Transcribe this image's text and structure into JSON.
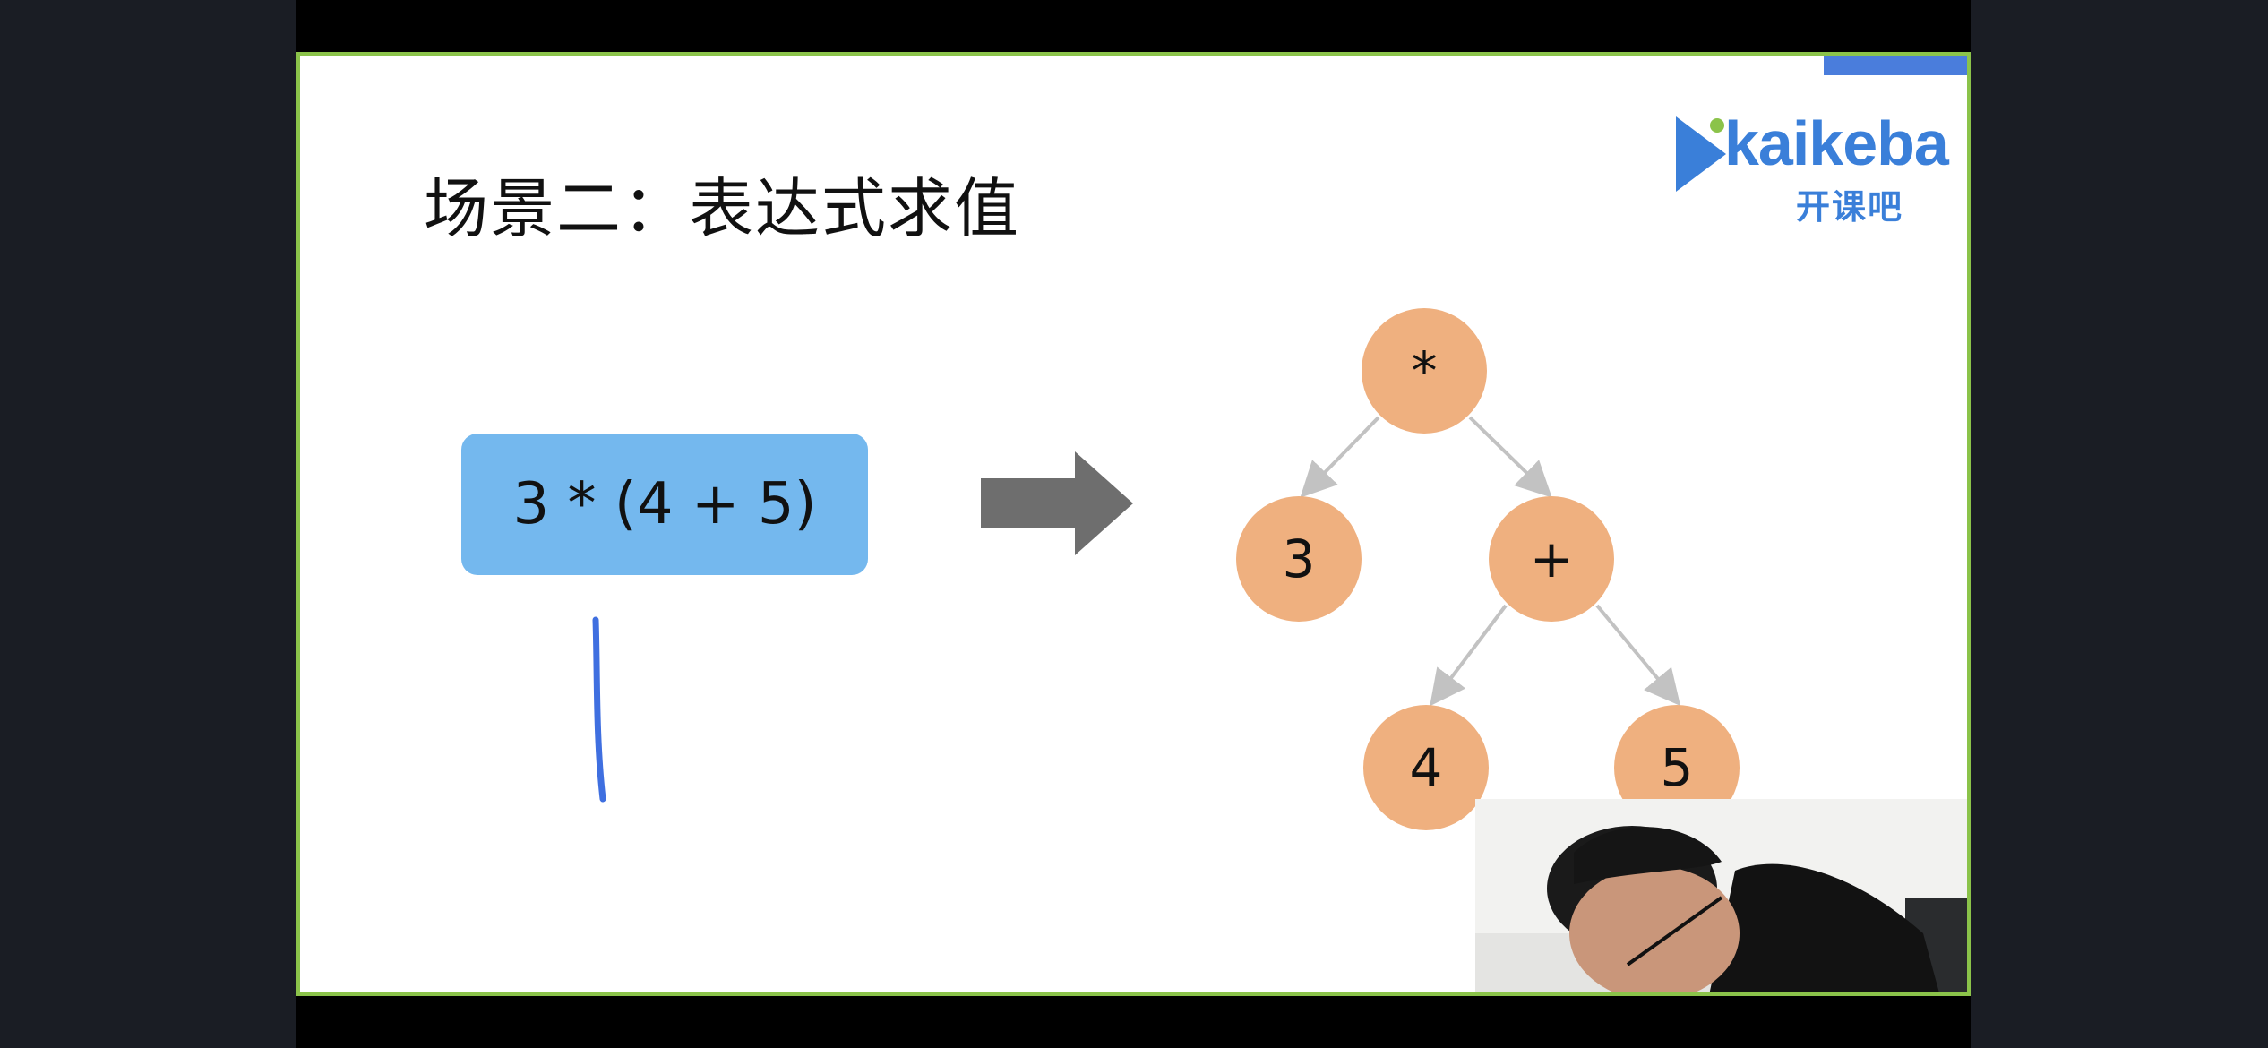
{
  "slide": {
    "title": "场景二：表达式求值",
    "expression": "3 * (4 + 5)"
  },
  "logo": {
    "name": "kaikeba",
    "subtitle": "开课吧",
    "color": "#3a7fd9"
  },
  "tree": {
    "nodes": [
      {
        "id": "root",
        "label": "*"
      },
      {
        "id": "left",
        "label": "3"
      },
      {
        "id": "right",
        "label": "+"
      },
      {
        "id": "right-left",
        "label": "4"
      },
      {
        "id": "right-right",
        "label": "5"
      }
    ],
    "node_color": "#efb07f",
    "edge_color": "#c2c2c2"
  },
  "colors": {
    "expression_box": "#74b8ee",
    "arrow": "#6e6e6e",
    "slide_border": "#8bc34a",
    "pen": "#3f6fe0"
  }
}
